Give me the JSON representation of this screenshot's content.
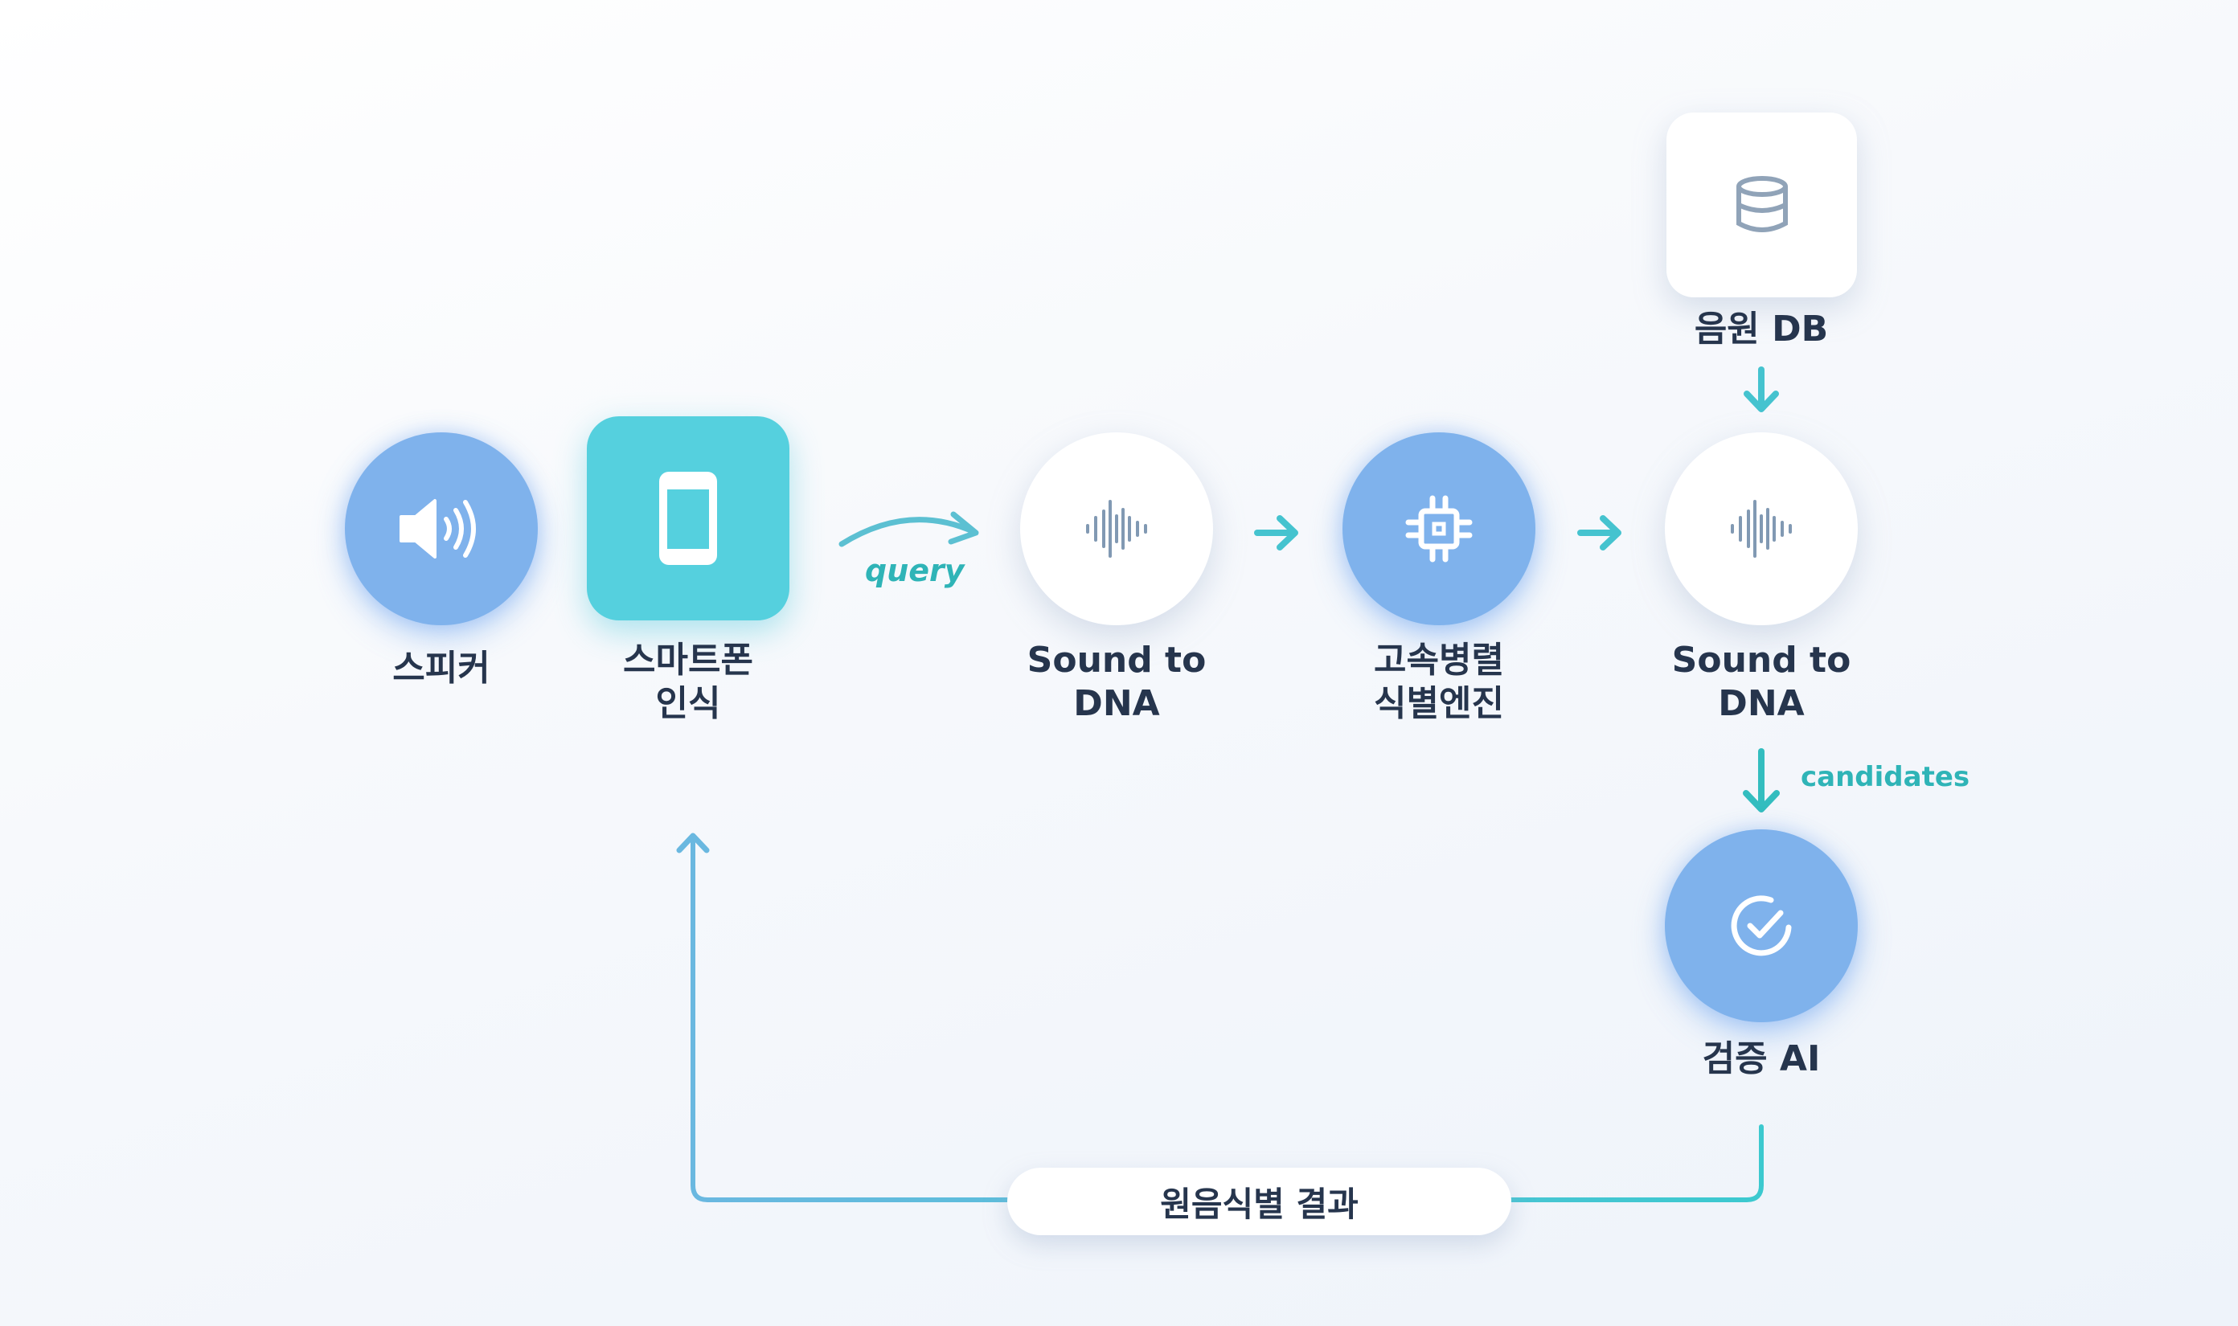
{
  "diagram": {
    "type": "flow-diagram",
    "colors": {
      "primary_blue": "#7fb2ec",
      "teal": "#55d0de",
      "arrow_teal": "#3cc3cc",
      "arrow_blue": "#6ab8e0",
      "text_dark": "#26354d",
      "icon_gray": "#8fa3b8"
    },
    "nodes": [
      {
        "id": "speaker",
        "label": "스피커",
        "icon": "speaker-icon",
        "shape": "circle",
        "style": "blue"
      },
      {
        "id": "smartphone",
        "label": "스마트폰\n인식",
        "icon": "smartphone-icon",
        "shape": "rounded-square",
        "style": "teal"
      },
      {
        "id": "sound-to-dna-1",
        "label": "Sound to\nDNA",
        "icon": "waveform-icon",
        "shape": "circle",
        "style": "white"
      },
      {
        "id": "engine",
        "label": "고속병렬\n식별엔진",
        "icon": "chip-icon",
        "shape": "circle",
        "style": "blue"
      },
      {
        "id": "sound-to-dna-2",
        "label": "Sound to\nDNA",
        "icon": "waveform-icon",
        "shape": "circle",
        "style": "white"
      },
      {
        "id": "music-db",
        "label": "음원 DB",
        "icon": "database-icon",
        "shape": "rounded-square",
        "style": "white"
      },
      {
        "id": "verify-ai",
        "label": "검증 AI",
        "icon": "check-circle-icon",
        "shape": "circle",
        "style": "blue"
      }
    ],
    "edges": [
      {
        "from": "smartphone",
        "to": "sound-to-dna-1",
        "label": "query"
      },
      {
        "from": "sound-to-dna-1",
        "to": "engine",
        "label": ""
      },
      {
        "from": "engine",
        "to": "sound-to-dna-2",
        "label": ""
      },
      {
        "from": "music-db",
        "to": "sound-to-dna-2",
        "label": ""
      },
      {
        "from": "sound-to-dna-2",
        "to": "verify-ai",
        "label": "candidates"
      },
      {
        "from": "verify-ai",
        "to": "smartphone",
        "label": "원음식별 결과"
      }
    ],
    "result_label": "원음식별 결과"
  }
}
